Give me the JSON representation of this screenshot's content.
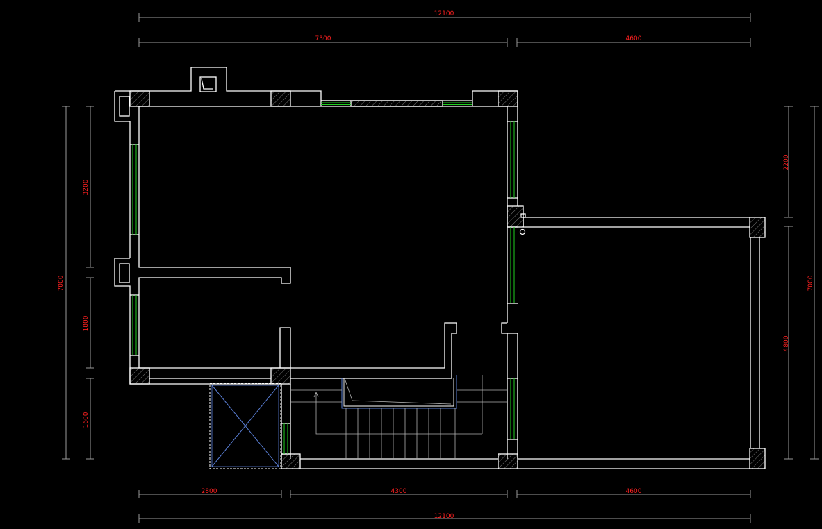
{
  "dimensions": {
    "top_total": "12100",
    "top_left": "7300",
    "top_right": "4600",
    "bottom_left": "2800",
    "bottom_mid": "4300",
    "bottom_right": "4600",
    "bottom_total": "12100",
    "left_total": "7000",
    "left_top": "3200",
    "left_mid": "1800",
    "left_bottom": "1600",
    "right_top": "2200",
    "right_bottom": "4800",
    "right_total": "7000"
  },
  "colors": {
    "background": "#000000",
    "walls": "#ffffff",
    "dimension_text": "#ff2020",
    "dimension_lines": "#9a9a9a",
    "windows": "#1fd11f",
    "stair_outline": "#5a7fd6"
  }
}
